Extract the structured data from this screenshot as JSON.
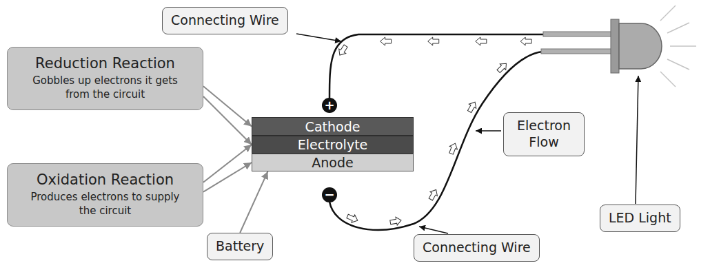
{
  "diagram": {
    "nodes": [
      {
        "text": [
          "Connecting Wire"
        ]
      },
      {
        "text": [
          "Reduction Reaction",
          "Gobbles up electrons it gets from the circuit"
        ]
      },
      {
        "text": [
          "Cathode"
        ]
      },
      {
        "text": [
          "Electrolyte"
        ]
      },
      {
        "text": [
          "Anode"
        ]
      },
      {
        "text": [
          "Oxidation Reaction",
          "Produces electrons to supply the circuit"
        ]
      },
      {
        "text": [
          "Electron Flow"
        ]
      },
      {
        "text": [
          "LED Light"
        ]
      },
      {
        "text": [
          "Battery"
        ]
      },
      {
        "text": [
          "Connecting Wire"
        ]
      }
    ],
    "edges": [
      {
        "from": 1,
        "to": 2,
        "arrow": "to"
      },
      {
        "from": 1,
        "to": 3,
        "arrow": "to"
      },
      {
        "from": 5,
        "to": 3,
        "arrow": "to"
      },
      {
        "from": 5,
        "to": 4,
        "arrow": "to"
      },
      {
        "from": 8,
        "to": 4,
        "arrow": "to"
      }
    ],
    "labels": [
      "+",
      "−"
    ]
  }
}
